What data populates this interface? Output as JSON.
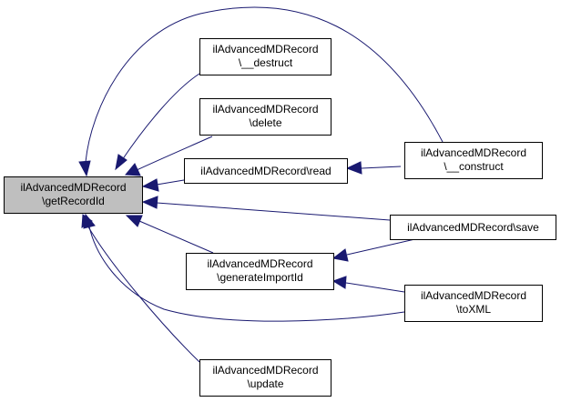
{
  "colors": {
    "edge": "#191970",
    "root_fill": "#bfbfbf",
    "node_fill": "#ffffff",
    "node_border": "#000000"
  },
  "nodes": {
    "getRecordId": {
      "line1": "ilAdvancedMDRecord",
      "line2": "\\getRecordId"
    },
    "destruct": {
      "line1": "ilAdvancedMDRecord",
      "line2": "\\__destruct"
    },
    "delete": {
      "line1": "ilAdvancedMDRecord",
      "line2": "\\delete"
    },
    "read": {
      "line1": "ilAdvancedMDRecord\\read"
    },
    "construct": {
      "line1": "ilAdvancedMDRecord",
      "line2": "\\__construct"
    },
    "save": {
      "line1": "ilAdvancedMDRecord\\save"
    },
    "generateImportId": {
      "line1": "ilAdvancedMDRecord",
      "line2": "\\generateImportId"
    },
    "toXML": {
      "line1": "ilAdvancedMDRecord",
      "line2": "\\toXML"
    },
    "update": {
      "line1": "ilAdvancedMDRecord",
      "line2": "\\update"
    }
  },
  "edges": [
    {
      "from": "destruct",
      "to": "getRecordId"
    },
    {
      "from": "delete",
      "to": "getRecordId"
    },
    {
      "from": "read",
      "to": "getRecordId"
    },
    {
      "from": "construct",
      "to": "getRecordId"
    },
    {
      "from": "construct",
      "to": "read"
    },
    {
      "from": "save",
      "to": "getRecordId"
    },
    {
      "from": "save",
      "to": "generateImportId"
    },
    {
      "from": "generateImportId",
      "to": "getRecordId"
    },
    {
      "from": "toXML",
      "to": "getRecordId"
    },
    {
      "from": "toXML",
      "to": "generateImportId"
    },
    {
      "from": "update",
      "to": "getRecordId"
    }
  ]
}
